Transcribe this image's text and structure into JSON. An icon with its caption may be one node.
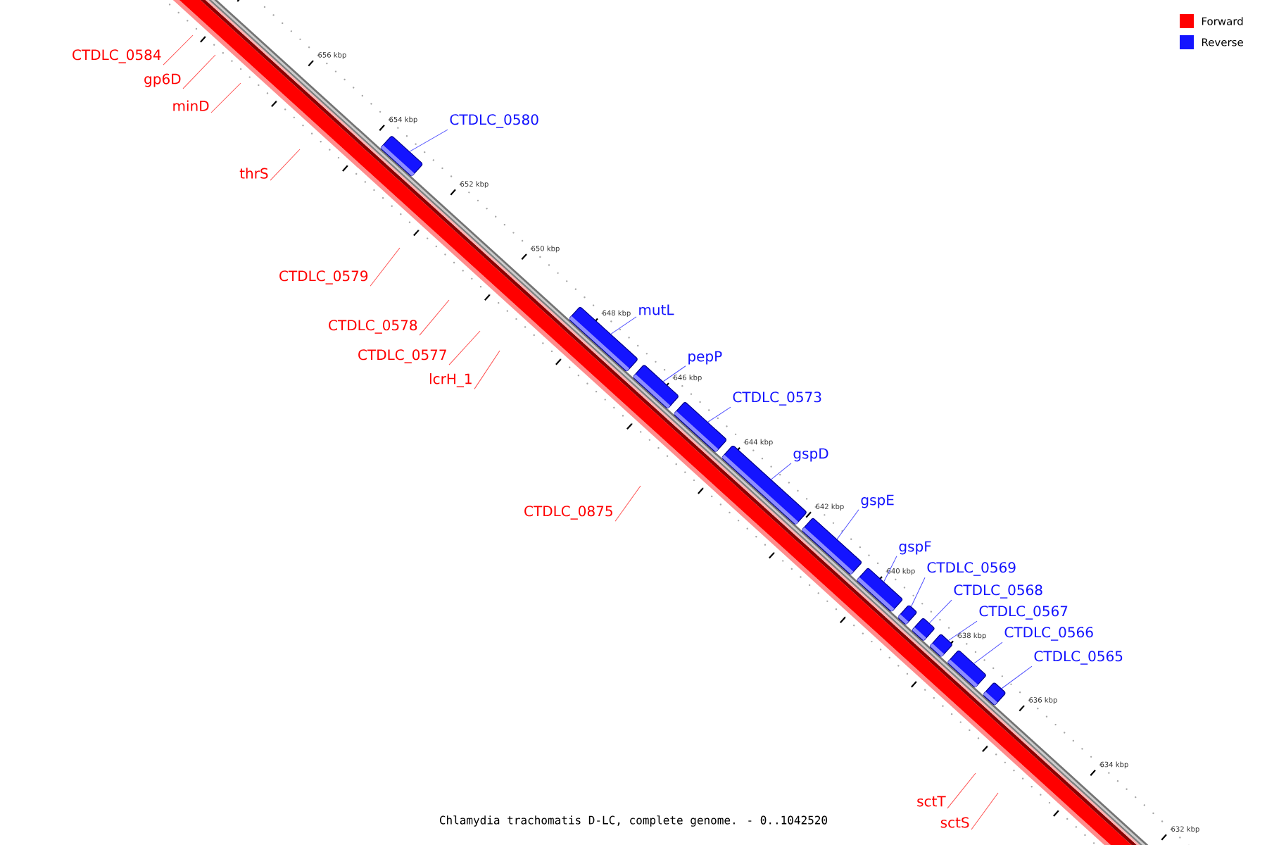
{
  "diagram": {
    "caption": "Chlamydia trachomatis D-LC, complete genome. - 0..1042520",
    "nodes": [
      {
        "text": [
          "CTDLC_0584"
        ]
      },
      {
        "text": [
          "gp6D"
        ]
      },
      {
        "text": [
          "minD"
        ]
      },
      {
        "text": [
          "CTDLC_0580"
        ]
      },
      {
        "text": [],
        "shape": "bar"
      },
      {
        "text": [
          "thrS"
        ]
      },
      {
        "text": [
          "CTDLC_0579"
        ]
      },
      {
        "text": [
          "mutL"
        ]
      },
      {
        "text": [],
        "shape": "bar"
      },
      {
        "text": [
          "CTDLC_0578"
        ]
      },
      {
        "text": [
          "CTDLC_0577"
        ]
      },
      {
        "text": [
          "pepP"
        ]
      },
      {
        "text": [],
        "shape": "bar"
      },
      {
        "text": [
          "lcrH_1"
        ]
      },
      {
        "text": [
          "CTDLC_0573"
        ]
      },
      {
        "text": [],
        "shape": "bar"
      },
      {
        "text": [
          "gspD"
        ]
      },
      {
        "text": [],
        "shape": "bar"
      },
      {
        "text": [
          "gspE"
        ]
      },
      {
        "text": [],
        "shape": "bar"
      },
      {
        "text": [
          "CTDLC_0875"
        ]
      },
      {
        "text": [
          "gspF"
        ]
      },
      {
        "text": [],
        "shape": "bar"
      },
      {
        "text": [
          "CTDLC_0569"
        ]
      },
      {
        "text": [],
        "shape": "bar"
      },
      {
        "text": [
          "CTDLC_0568"
        ]
      },
      {
        "text": [],
        "shape": "bar"
      },
      {
        "text": [
          "CTDLC_0567"
        ]
      },
      {
        "text": [],
        "shape": "bar"
      },
      {
        "text": [
          "CTDLC_0566"
        ]
      },
      {
        "text": [],
        "shape": "bar"
      },
      {
        "text": [
          "CTDLC_0565"
        ]
      },
      {
        "text": [],
        "shape": "bar"
      },
      {
        "text": [
          "sctT"
        ]
      },
      {
        "text": [
          "sctS"
        ]
      }
    ],
    "edges": [
      {
        "from": 0,
        "to": null,
        "arrow": "none",
        "color": "#ff5050"
      },
      {
        "from": 1,
        "to": null,
        "arrow": "none",
        "color": "#ff5050"
      },
      {
        "from": 2,
        "to": null,
        "arrow": "none",
        "color": "#ff5050"
      },
      {
        "from": 3,
        "to": 4,
        "arrow": "none"
      },
      {
        "from": 5,
        "to": null,
        "arrow": "none",
        "color": "#ff5050"
      },
      {
        "from": 6,
        "to": null,
        "arrow": "none",
        "color": "#ff5050"
      },
      {
        "from": 7,
        "to": 8,
        "arrow": "none"
      },
      {
        "from": 9,
        "to": null,
        "arrow": "none",
        "color": "#ff5050"
      },
      {
        "from": 10,
        "to": null,
        "arrow": "none",
        "color": "#ff5050"
      },
      {
        "from": 11,
        "to": 12,
        "arrow": "none"
      },
      {
        "from": 13,
        "to": null,
        "arrow": "none",
        "color": "#ff5050"
      },
      {
        "from": 14,
        "to": 15,
        "arrow": "none"
      },
      {
        "from": 16,
        "to": 17,
        "arrow": "none"
      },
      {
        "from": 18,
        "to": 19,
        "arrow": "none"
      },
      {
        "from": 20,
        "to": null,
        "arrow": "none",
        "color": "#ff5050"
      },
      {
        "from": 21,
        "to": 22,
        "arrow": "none"
      },
      {
        "from": 23,
        "to": 24,
        "arrow": "none"
      },
      {
        "from": 25,
        "to": 26,
        "arrow": "none"
      },
      {
        "from": 27,
        "to": 28,
        "arrow": "none"
      },
      {
        "from": 29,
        "to": 30,
        "arrow": "none"
      },
      {
        "from": 31,
        "to": 32,
        "arrow": "none"
      },
      {
        "from": 33,
        "to": null,
        "arrow": "none",
        "color": "#ff5050"
      },
      {
        "from": 34,
        "to": null,
        "arrow": "none",
        "color": "#ff5050"
      }
    ],
    "labels": [
      "656 kbp",
      "654 kbp",
      "652 kbp",
      "650 kbp",
      "648 kbp",
      "646 kbp",
      "644 kbp",
      "642 kbp",
      "640 kbp",
      "638 kbp",
      "636 kbp",
      "634 kbp",
      "632 kbp"
    ],
    "legend": [
      {
        "text": "Forward",
        "color": "#ff0000"
      },
      {
        "text": "Reverse",
        "color": "#1414ff"
      }
    ]
  }
}
